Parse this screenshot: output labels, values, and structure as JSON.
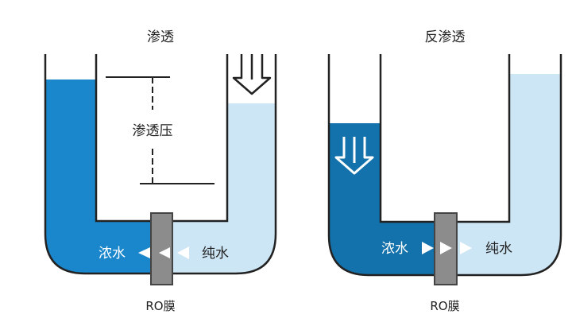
{
  "colors": {
    "concentrated_left": "#1a87cc",
    "pure_left": "#cde6f5",
    "concentrated_right": "#1372ab",
    "pure_right": "#cde6f5",
    "outline": "#222222",
    "membrane_fill": "#8c8c8c",
    "arrow_fill": "#ffffff"
  },
  "osmosis": {
    "title": "渗透",
    "pressure_label": "渗透压",
    "concentrated_label": "浓水",
    "pure_label": "纯水",
    "membrane_label": "RO膜"
  },
  "reverse_osmosis": {
    "title": "反渗透",
    "concentrated_label": "浓水",
    "pure_label": "纯水",
    "membrane_label": "RO膜"
  }
}
